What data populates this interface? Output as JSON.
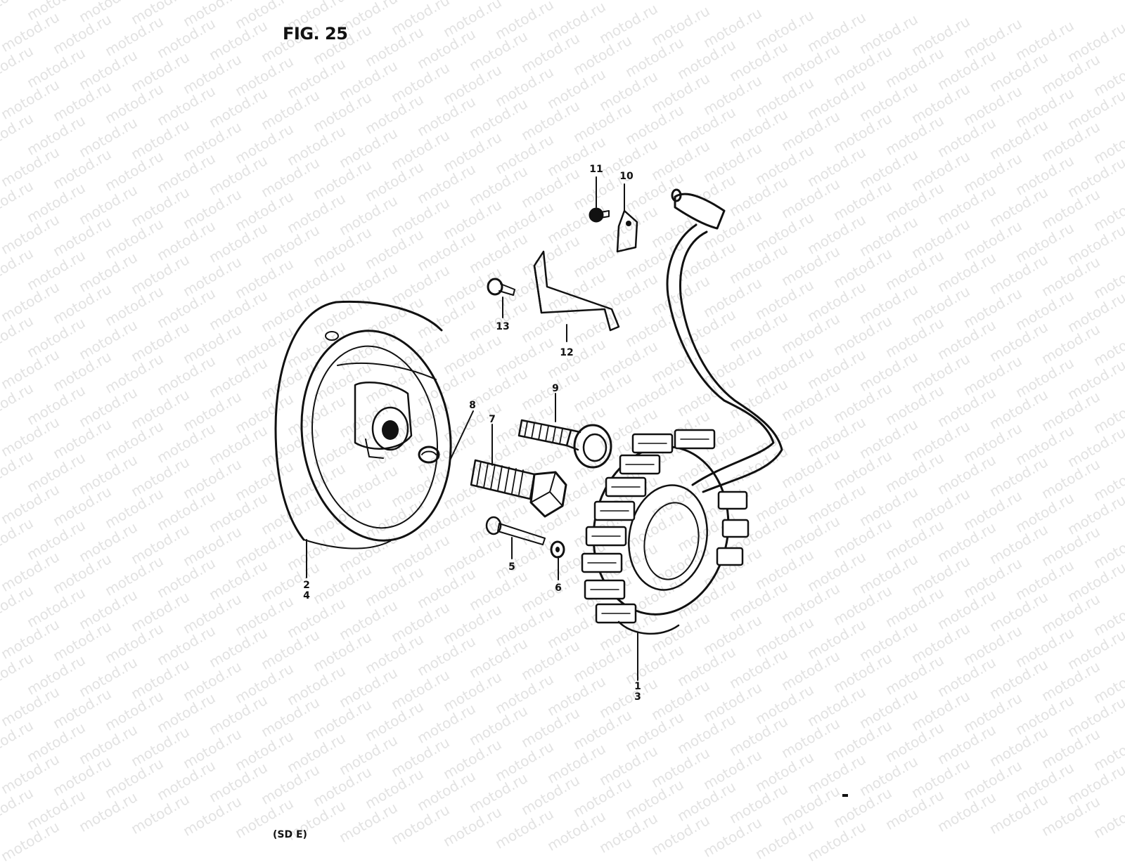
{
  "figure_title": "FIG. 25",
  "footer_code": "(SD E)",
  "watermark_text": "motod.ru",
  "ink_color": "#111111",
  "callouts": [
    {
      "id": "1-3",
      "lines": [
        "1",
        "3"
      ]
    },
    {
      "id": "2-4",
      "lines": [
        "2",
        "4"
      ]
    },
    {
      "id": "5",
      "lines": [
        "5"
      ]
    },
    {
      "id": "6",
      "lines": [
        "6"
      ]
    },
    {
      "id": "7",
      "lines": [
        "7"
      ]
    },
    {
      "id": "8",
      "lines": [
        "8"
      ]
    },
    {
      "id": "9",
      "lines": [
        "9"
      ]
    },
    {
      "id": "10",
      "lines": [
        "10"
      ]
    },
    {
      "id": "11",
      "lines": [
        "11"
      ]
    },
    {
      "id": "12",
      "lines": [
        "12"
      ]
    },
    {
      "id": "13",
      "lines": [
        "13"
      ]
    }
  ],
  "parts": [
    {
      "name": "stator",
      "callout": "1-3"
    },
    {
      "name": "rotor",
      "callout": "2-4"
    },
    {
      "name": "stator-screw",
      "callout": "5"
    },
    {
      "name": "washer",
      "callout": "6"
    },
    {
      "name": "rotor-bolt",
      "callout": "7"
    },
    {
      "name": "key",
      "callout": "8"
    },
    {
      "name": "flange-bolt",
      "callout": "9"
    },
    {
      "name": "clamp",
      "callout": "10"
    },
    {
      "name": "clamp-screw",
      "callout": "11"
    },
    {
      "name": "lead-wire-guide",
      "callout": "12"
    },
    {
      "name": "guide-screw",
      "callout": "13"
    }
  ]
}
